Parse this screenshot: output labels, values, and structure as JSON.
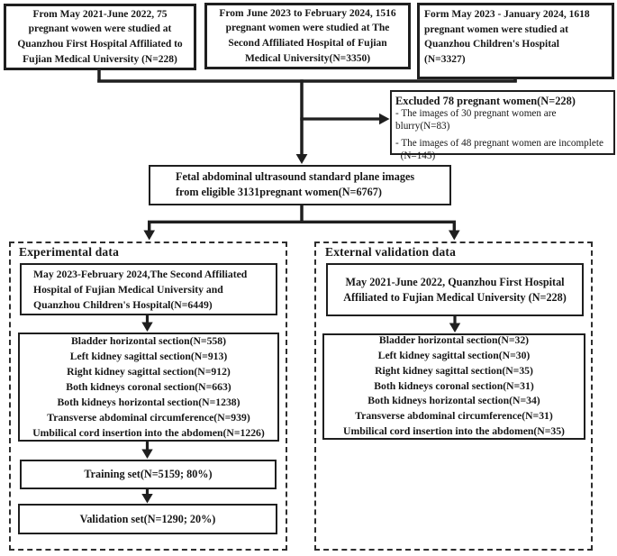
{
  "page": {
    "background_color": "#ffffff",
    "line_color": "#1f1f1f"
  },
  "sources": [
    {
      "text": "From May 2021-June 2022, 75\npregnant wowen were studied at\nQuanzhou First Hospital Affiliated to\nFujian Medical University (N=228)"
    },
    {
      "text": "From June 2023 to February 2024, 1516\npregnant women were studied at The\nSecond Affiliated Hospital of Fujian\nMedical University(N=3350)"
    },
    {
      "text": "Form May 2023 - January 2024, 1618\npregnant women were studied at\nQuanzhou Children's Hospital\n(N=3327)"
    }
  ],
  "excluded": {
    "title": "Excluded 78 pregnant women(N=228)",
    "items": [
      "- The images of 30 pregnant women are blurry(N=83)",
      "- The images of 48 pregnant women are incomplete\n  (N=145)"
    ]
  },
  "eligible": {
    "text": "Fetal abdominal ultrasound standard plane images\nfrom eligible 3131pregnant women(N=6767)"
  },
  "experimental": {
    "header": "Experimental data",
    "source": "May 2023-February 2024,The Second Affiliated\nHospital of Fujian Medical University and\nQuanzhou Children's Hospital(N=6449)",
    "sections": [
      "Bladder horizontal section(N=558)",
      "Left kidney sagittal section(N=913)",
      "Right kidney sagittal section(N=912)",
      "Both kidneys coronal section(N=663)",
      "Both kidneys horizontal section(N=1238)",
      "Transverse abdominal circumference(N=939)",
      "Umbilical cord insertion into the abdomen(N=1226)"
    ],
    "training": "Training set(N=5159; 80%)",
    "validation": "Validation set(N=1290; 20%)"
  },
  "external": {
    "header": "External validation data",
    "source": "May 2021-June 2022, Quanzhou First Hospital\nAffiliated to Fujian Medical University (N=228)",
    "sections": [
      "Bladder horizontal section(N=32)",
      "Left kidney sagittal section(N=30)",
      "Right kidney sagittal section(N=35)",
      "Both kidneys coronal section(N=31)",
      "Both kidneys horizontal section(N=34)",
      "Transverse abdominal circumference(N=31)",
      "Umbilical cord insertion into the abdomen(N=35)"
    ]
  }
}
